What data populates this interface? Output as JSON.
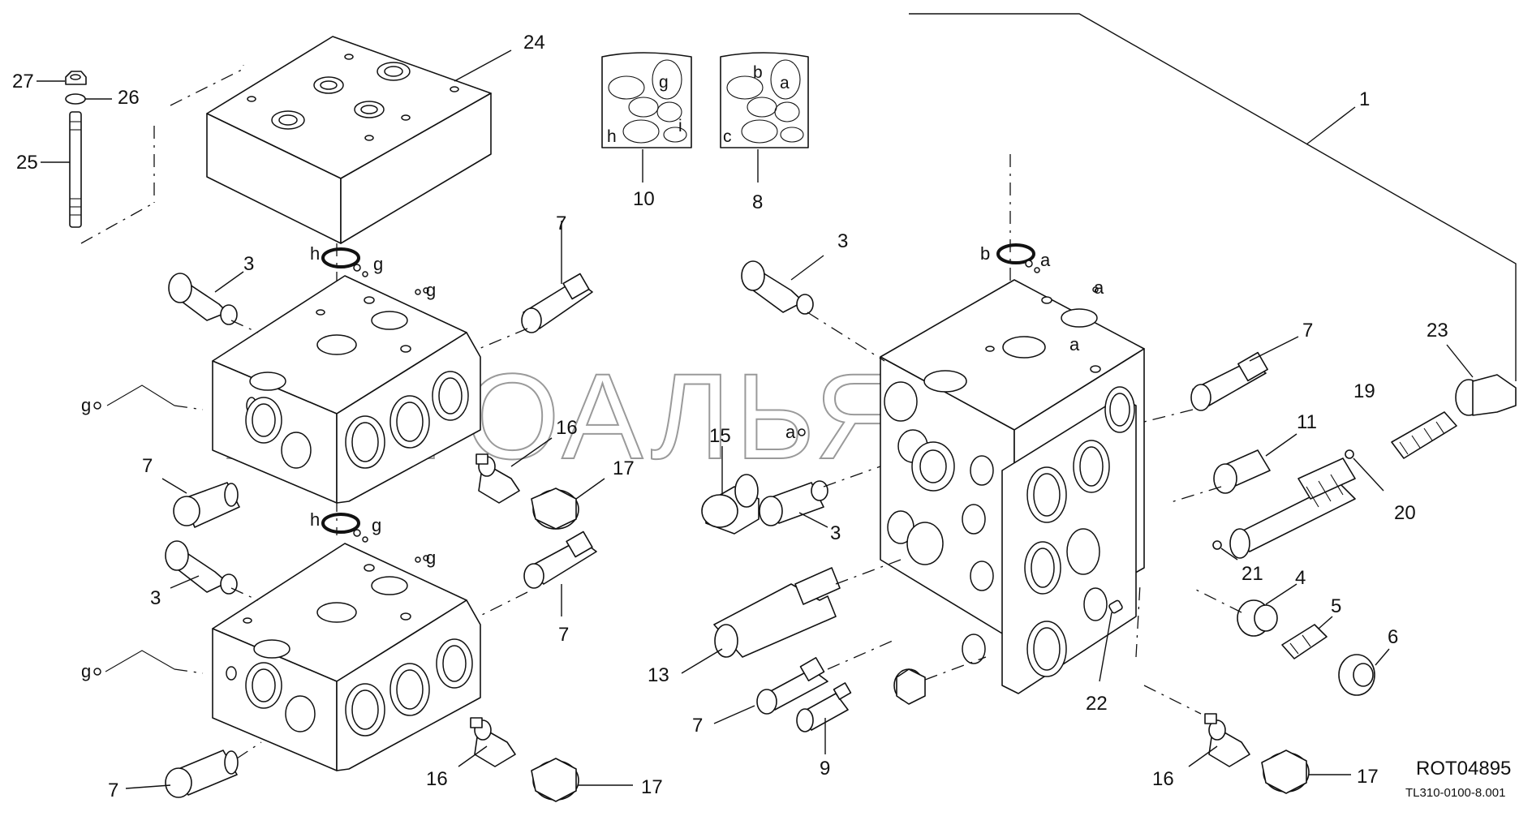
{
  "watermark": "АВТОАЛЬЯНС",
  "drawing_code": "ROT04895",
  "drawing_ref": "TL310-0100-8.001",
  "seal_kits": {
    "kit_10": {
      "number": "10",
      "letters": [
        "g",
        "h",
        "i"
      ]
    },
    "kit_8": {
      "number": "8",
      "letters": [
        "b",
        "a",
        "c"
      ]
    }
  },
  "callouts": {
    "c1": "1",
    "c3a": "3",
    "c3b": "3",
    "c3c": "3",
    "c3d": "3",
    "c4": "4",
    "c5": "5",
    "c6": "6",
    "c7a": "7",
    "c7b": "7",
    "c7c": "7",
    "c7d": "7",
    "c7e": "7",
    "c7f": "7",
    "c9": "9",
    "c11": "11",
    "c13": "13",
    "c15": "15",
    "c16a": "16",
    "c16b": "16",
    "c16c": "16",
    "c17a": "17",
    "c17b": "17",
    "c17c": "17",
    "c19": "19",
    "c20": "20",
    "c21": "21",
    "c22": "22",
    "c23": "23",
    "c24": "24",
    "c25": "25",
    "c26": "26",
    "c27": "27"
  },
  "seal_letters": {
    "h1": "h",
    "g1": "g",
    "g2": "g",
    "g3": "g",
    "h2": "h",
    "g4": "g",
    "g5": "g",
    "g6": "g",
    "b1": "b",
    "a1": "a",
    "a2": "a",
    "a3": "a",
    "a4": "a"
  }
}
